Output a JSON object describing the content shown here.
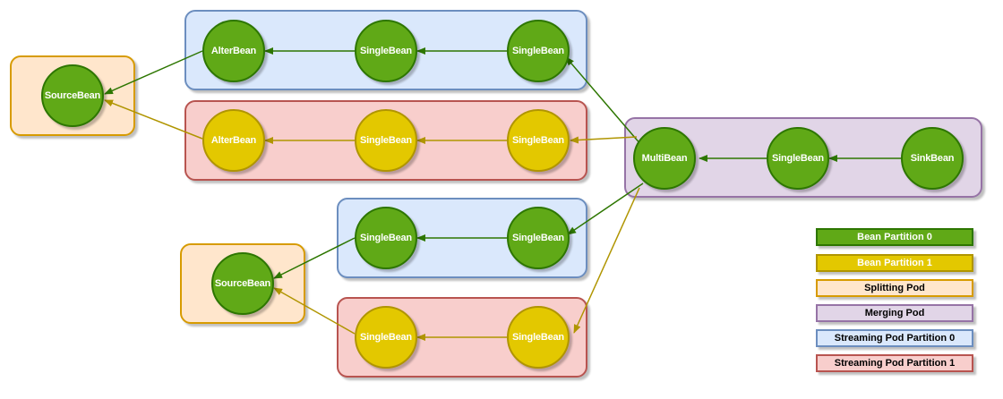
{
  "colors": {
    "bean_partition_0": "#60a917",
    "bean_partition_1": "#e3c800",
    "splitting_pod": "#ffe6cc",
    "merging_pod": "#e1d5e7",
    "streaming_pod_partition_0": "#dae8fc",
    "streaming_pod_partition_1": "#f8cecc"
  },
  "nodes": {
    "source_top": "SourceBean",
    "alter_top_g": "AlterBean",
    "single_top_g1": "SingleBean",
    "single_top_g2": "SingleBean",
    "alter_top_y": "AlterBean",
    "single_top_y1": "SingleBean",
    "single_top_y2": "SingleBean",
    "multi": "MultiBean",
    "single_merge": "SingleBean",
    "sink": "SinkBean",
    "source_bottom": "SourceBean",
    "single_bot_g1": "SingleBean",
    "single_bot_g2": "SingleBean",
    "single_bot_y1": "SingleBean",
    "single_bot_y2": "SingleBean"
  },
  "legend": [
    "Bean Partition 0",
    "Bean Partition 1",
    "Splitting Pod",
    "Merging Pod",
    "Streaming Pod Partition 0",
    "Streaming Pod Partition 1"
  ]
}
